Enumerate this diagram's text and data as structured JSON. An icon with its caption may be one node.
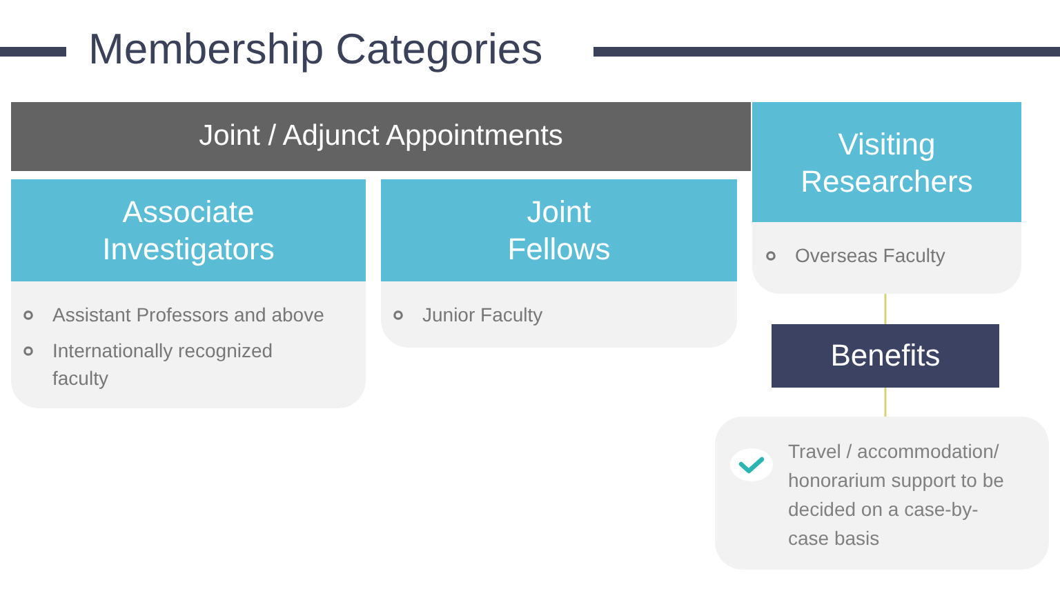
{
  "diagram": {
    "title": "Membership Categories",
    "nodes": [
      {
        "text": [
          "Joint / Adjunct Appointments"
        ]
      },
      {
        "text": [
          "Associate Investigators",
          "Assistant Professors and above",
          "Internationally recognized faculty"
        ]
      },
      {
        "text": [
          "Joint Fellows",
          "Junior Faculty"
        ]
      },
      {
        "text": [
          "Visiting Researchers",
          "Overseas Faculty"
        ]
      },
      {
        "text": [
          "Benefits"
        ]
      },
      {
        "text": [
          "Travel / accommodation/ honorarium support to be decided on a case-by-case basis"
        ]
      }
    ],
    "edges": [
      {
        "from": 3,
        "to": 4,
        "arrow": "none"
      },
      {
        "from": 4,
        "to": 5,
        "arrow": "none"
      }
    ]
  }
}
